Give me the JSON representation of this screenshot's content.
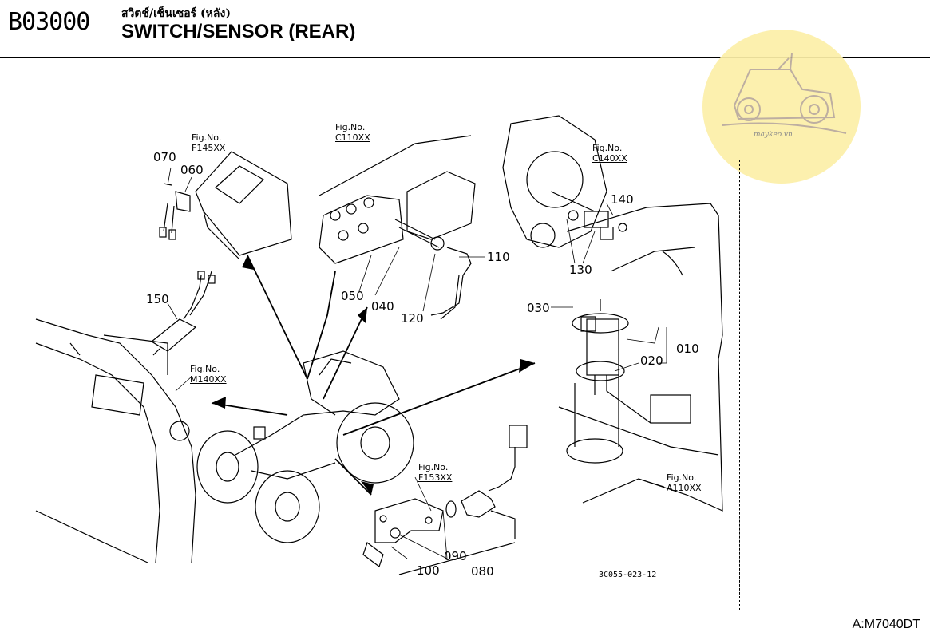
{
  "header": {
    "code": "B03000",
    "title_thai": "สวิตช์/เซ็นเซอร์ (หลัง)",
    "title": "SWITCH/SENSOR (REAR)"
  },
  "watermark": {
    "text": "maykeo.vn",
    "color": "#fcefa8",
    "icon": "tractor-icon"
  },
  "fig_refs": [
    {
      "label": "Fig.No.",
      "num": "F145XX"
    },
    {
      "label": "Fig.No.",
      "num": "C110XX"
    },
    {
      "label": "Fig.No.",
      "num": "C140XX"
    },
    {
      "label": "Fig.No.",
      "num": "M140XX"
    },
    {
      "label": "Fig.No.",
      "num": "F153XX"
    },
    {
      "label": "Fig.No.",
      "num": "A110XX"
    }
  ],
  "parts": [
    "010",
    "020",
    "030",
    "040",
    "050",
    "060",
    "070",
    "080",
    "090",
    "100",
    "110",
    "120",
    "130",
    "140",
    "150"
  ],
  "drawing_id": "3C055-023-12",
  "footer_code": "A:M7040DT"
}
